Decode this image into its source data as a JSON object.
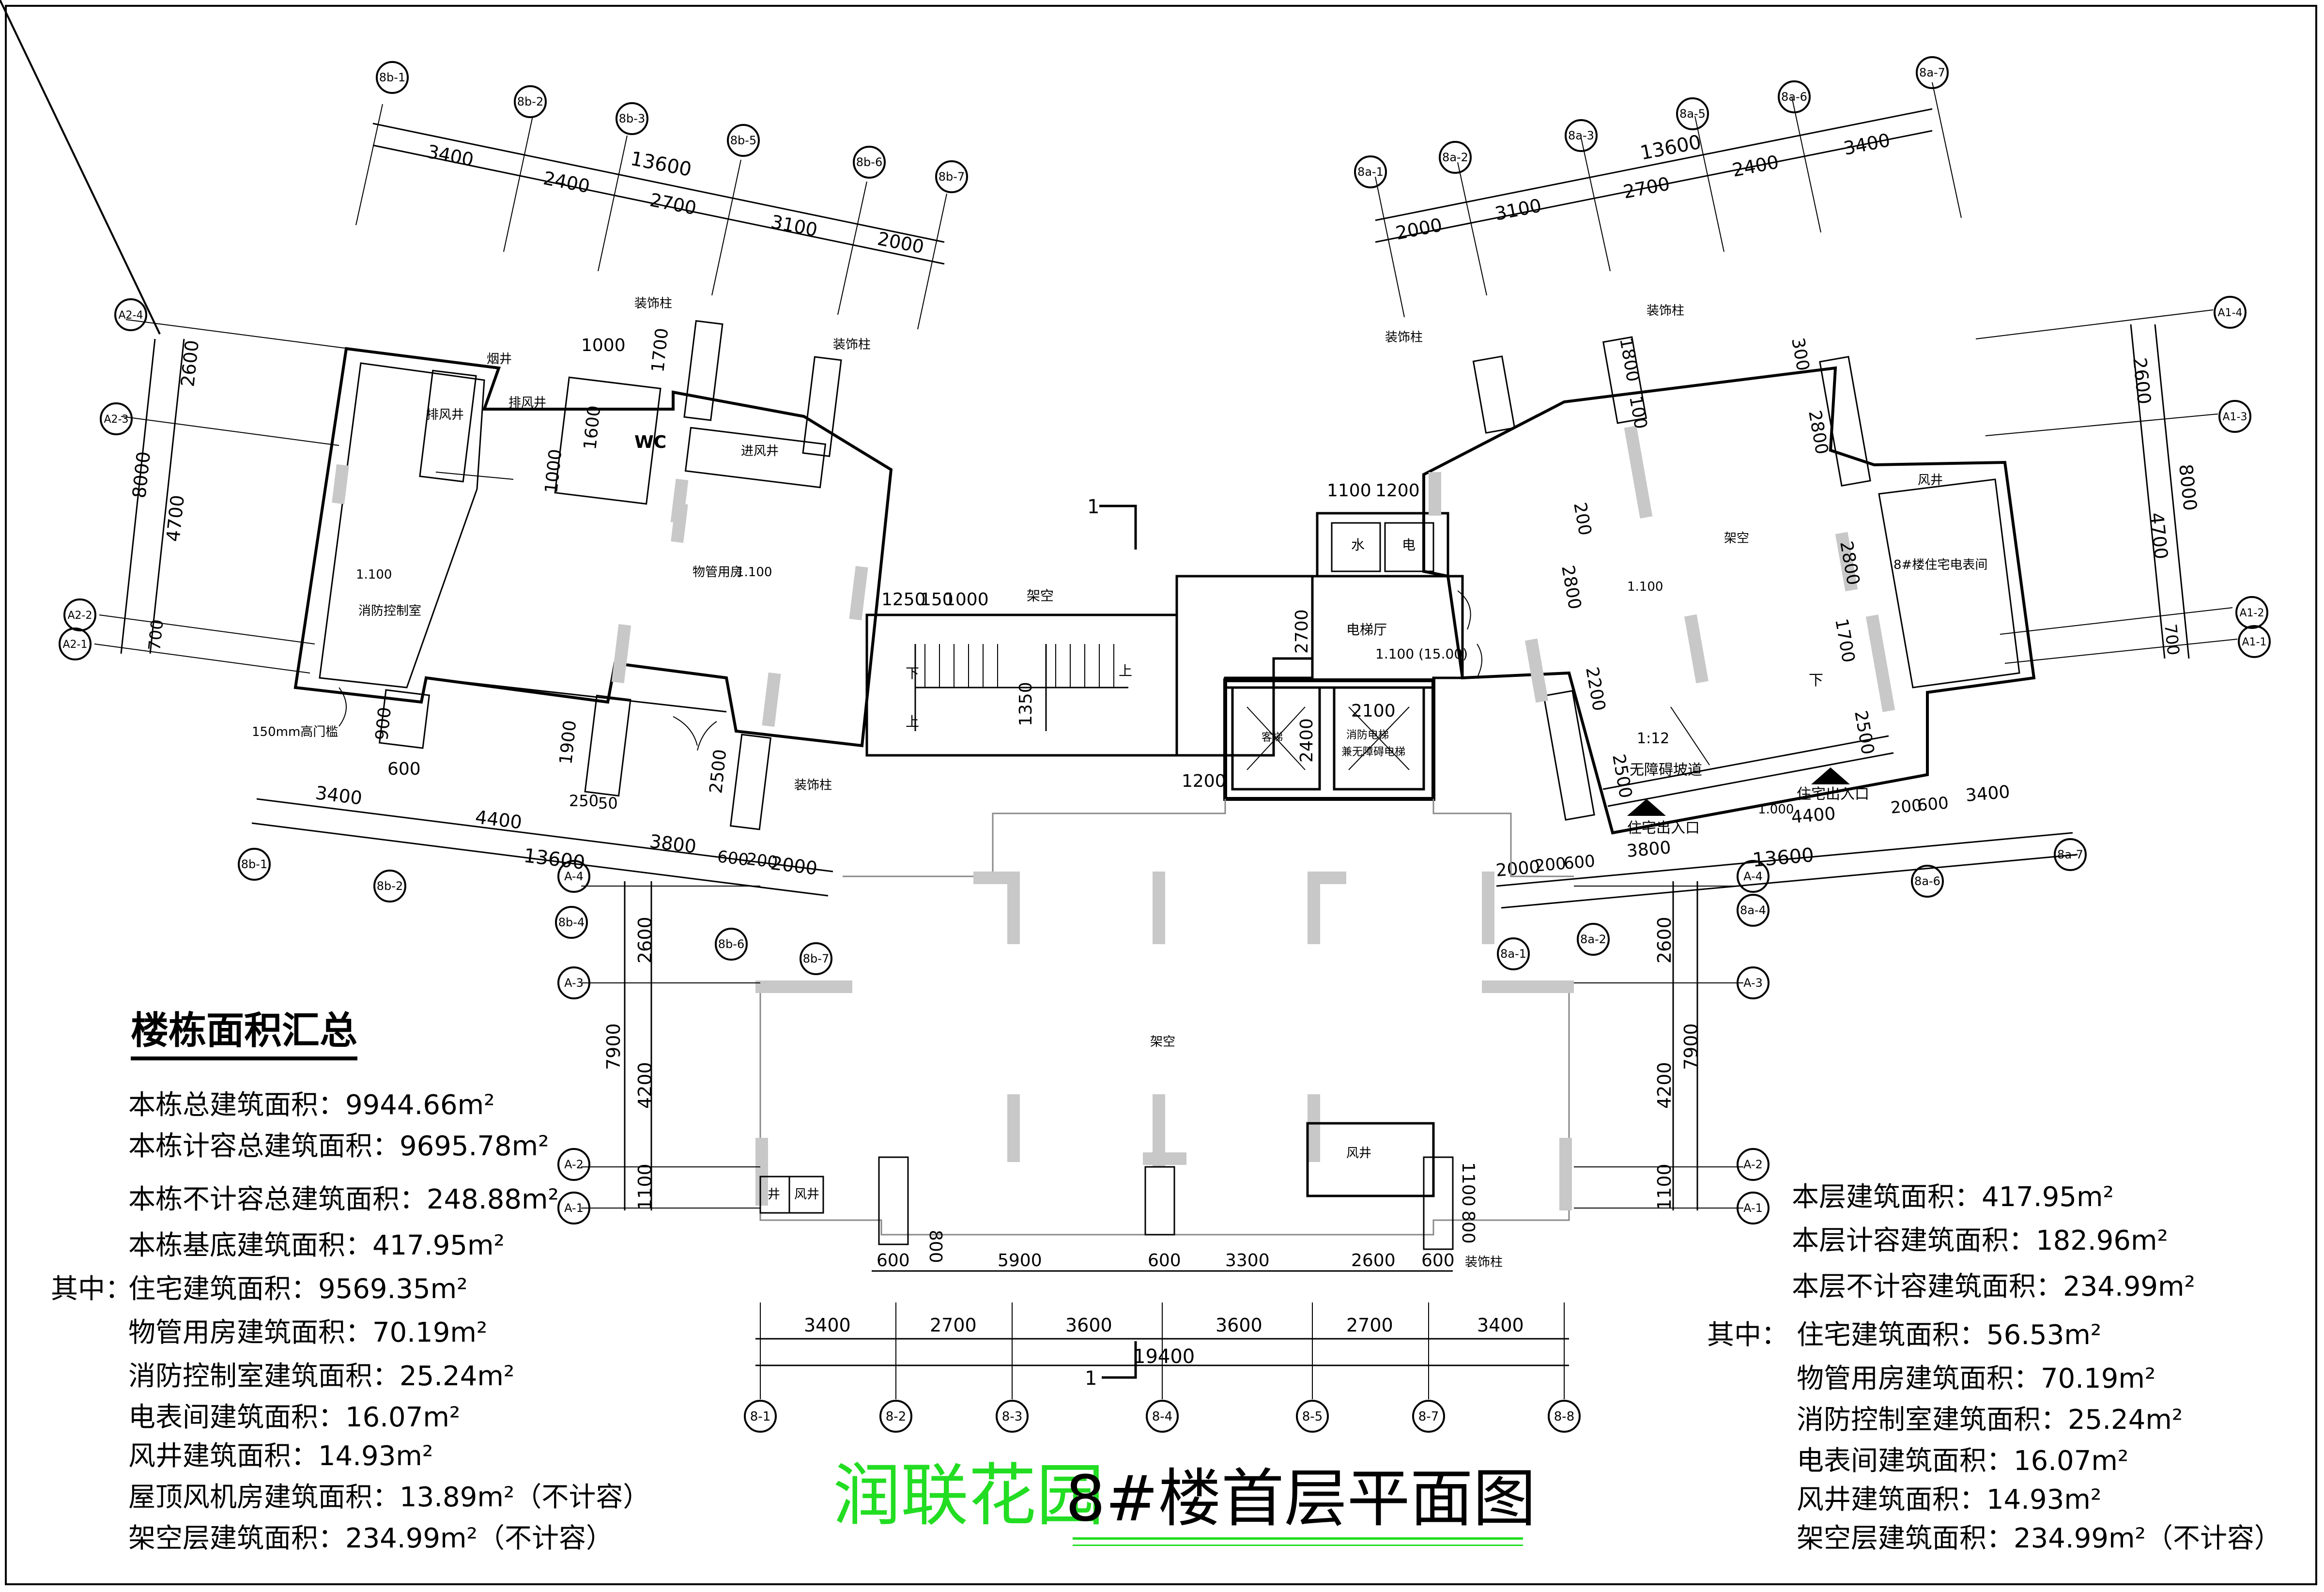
{
  "sheet_title": {
    "project": "润联花园",
    "drawing": "8#楼首层平面图"
  },
  "summary": {
    "title": "楼栋面积汇总",
    "lines": [
      "本栋总建筑面积：9944.66m²",
      "本栋计容总建筑面积：9695.78m²",
      "本栋不计容总建筑面积：248.88m²",
      "本栋基底建筑面积：417.95m²"
    ],
    "among_label": "其中：",
    "sub_lines": [
      "住宅建筑面积：9569.35m²",
      "物管用房建筑面积：70.19m²",
      "消防控制室建筑面积：25.24m²",
      "电表间建筑面积：16.07m²",
      "风井建筑面积：14.93m²",
      "屋顶风机房建筑面积：13.89m²（不计容）",
      "架空层建筑面积：234.99m²（不计容）"
    ]
  },
  "floor_summary": {
    "lines": [
      "本层建筑面积：417.95m²",
      "本层计容建筑面积：182.96m²",
      "本层不计容建筑面积：234.99m²"
    ],
    "among_label": "其中：",
    "sub_lines": [
      "住宅建筑面积：56.53m²",
      "物管用房建筑面积：70.19m²",
      "消防控制室建筑面积：25.24m²",
      "电表间建筑面积：16.07m²",
      "风井建筑面积：14.93m²",
      "架空层建筑面积：234.99m²（不计容）"
    ]
  },
  "rooms": {
    "fire_control": "消防控制室",
    "property_mgmt": "物管用房",
    "overhead": "架空",
    "elevator_hall": "电梯厅",
    "water": "水",
    "electric": "电",
    "meter_room": "8#楼住宅电表间",
    "wc": "WC",
    "smoke_shaft": "烟井",
    "exhaust_shaft": "排风井",
    "supply_shaft": "进风井",
    "air_shaft": "风井",
    "shaft": "井",
    "decor_column": "装饰柱",
    "ramp": "无障碍坡道",
    "entrance": "住宅出入口",
    "door_sill": "150mm高门槛",
    "up": "上",
    "down": "下",
    "elevator": "客梯",
    "fire_elevator": "消防电梯",
    "elevator_note": "兼无障碍电梯",
    "level": "1.100",
    "level_hall": "1.100 (15.00)",
    "level_ext": "1.000",
    "ramp_slope": "1:12",
    "section_mark": "1"
  },
  "axes": {
    "top_left": [
      "8b-1",
      "8b-2",
      "8b-3",
      "8b-5",
      "8b-6",
      "8b-7"
    ],
    "top_right": [
      "8a-1",
      "8a-2",
      "8a-3",
      "8a-5",
      "8a-6",
      "8a-7"
    ],
    "bottom": [
      "8-1",
      "8-2",
      "8-3",
      "8-4",
      "8-5",
      "8-7",
      "8-8"
    ],
    "left_lower": [
      "A-4",
      "A-3",
      "A-2",
      "A-1"
    ],
    "left_upper": [
      "A2-4",
      "A2-3",
      "A2-2",
      "A2-1"
    ],
    "right_upper": [
      "A1-4",
      "A1-3",
      "A1-2",
      "A1-1"
    ],
    "left_wing_bottom": [
      "8b-1",
      "8b-2",
      "8b-4",
      "8b-6",
      "8b-7"
    ],
    "right_wing_bottom": [
      "8a-1",
      "8a-2",
      "8a-4",
      "8a-6",
      "8a-7"
    ]
  },
  "dims": {
    "top_left_total": "13600",
    "top_left_segments": [
      "3400",
      "2400",
      "2700",
      "3100",
      "2000"
    ],
    "top_right_total": "13600",
    "top_right_segments": [
      "2000",
      "3100",
      "2700",
      "2400",
      "3400"
    ],
    "bottom_total": "19400",
    "bottom_segments": [
      "3400",
      "2700",
      "3600",
      "3600",
      "2700",
      "3400"
    ],
    "bottom_inner": [
      "600",
      "5900",
      "600",
      "3300",
      "2600",
      "600"
    ],
    "left_vertical_total": "7900",
    "left_vertical": [
      "2600",
      "4200",
      "1100"
    ],
    "right_vertical_total": "7900",
    "right_vertical": [
      "2600",
      "4200",
      "1100"
    ],
    "left_upper_total": "8000",
    "left_upper": [
      "2600",
      "4700",
      "700"
    ],
    "right_upper_total": "8000",
    "right_upper": [
      "2600",
      "4700",
      "700"
    ],
    "left_wing_bottom_total": "13600",
    "left_wing_bottom": [
      "3400",
      "4400",
      "3800",
      "600",
      "200",
      "2000"
    ],
    "right_wing_bottom_total": "13600",
    "right_wing_bottom": [
      "2000",
      "200",
      "600",
      "3800",
      "4400",
      "200",
      "600",
      "3400"
    ],
    "misc": [
      "1000",
      "1700",
      "1600",
      "1000",
      "900",
      "600",
      "1900",
      "250",
      "50",
      "2500",
      "1250",
      "150",
      "1000",
      "1350",
      "1200",
      "2400",
      "2100",
      "2700",
      "1100",
      "1200",
      "200",
      "2800",
      "2200",
      "2500",
      "1800",
      "100",
      "300",
      "2800",
      "1700",
      "2500",
      "2800",
      "800",
      "800",
      "1100"
    ]
  },
  "colors": {
    "title_green": "#22dd22",
    "line": "#000000",
    "column_fill": "#c8c8c8"
  }
}
